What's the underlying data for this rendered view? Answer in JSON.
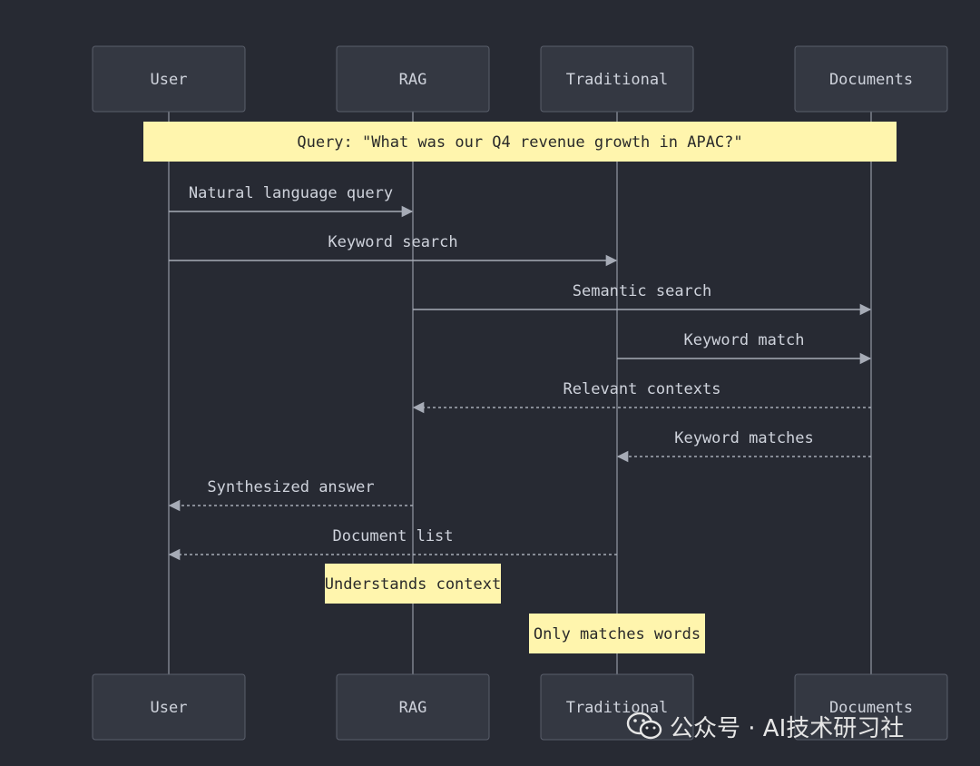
{
  "participants": [
    {
      "id": "user",
      "label": "User"
    },
    {
      "id": "rag",
      "label": "RAG"
    },
    {
      "id": "traditional",
      "label": "Traditional"
    },
    {
      "id": "documents",
      "label": "Documents"
    }
  ],
  "top_note": "Query: \"What was our Q4 revenue growth in APAC?\"",
  "messages": [
    {
      "from": 0,
      "to": 1,
      "label": "Natural language query",
      "style": "solid"
    },
    {
      "from": 0,
      "to": 2,
      "label": "Keyword search",
      "style": "solid"
    },
    {
      "from": 1,
      "to": 3,
      "label": "Semantic search",
      "style": "solid"
    },
    {
      "from": 2,
      "to": 3,
      "label": "Keyword match",
      "style": "solid"
    },
    {
      "from": 3,
      "to": 1,
      "label": "Relevant contexts",
      "style": "dashed"
    },
    {
      "from": 3,
      "to": 2,
      "label": "Keyword matches",
      "style": "dashed"
    },
    {
      "from": 1,
      "to": 0,
      "label": "Synthesized answer",
      "style": "dashed"
    },
    {
      "from": 2,
      "to": 0,
      "label": "Document list",
      "style": "dashed"
    }
  ],
  "notes": [
    {
      "over": 1,
      "text": "Understands context"
    },
    {
      "over": 2,
      "text": "Only matches words"
    }
  ],
  "watermark": {
    "text": "公众号 · AI技术研习社",
    "icon": "wechat-icon"
  },
  "colors": {
    "background": "#272a33",
    "note": "#fff5ad",
    "line": "#a6abb6"
  }
}
